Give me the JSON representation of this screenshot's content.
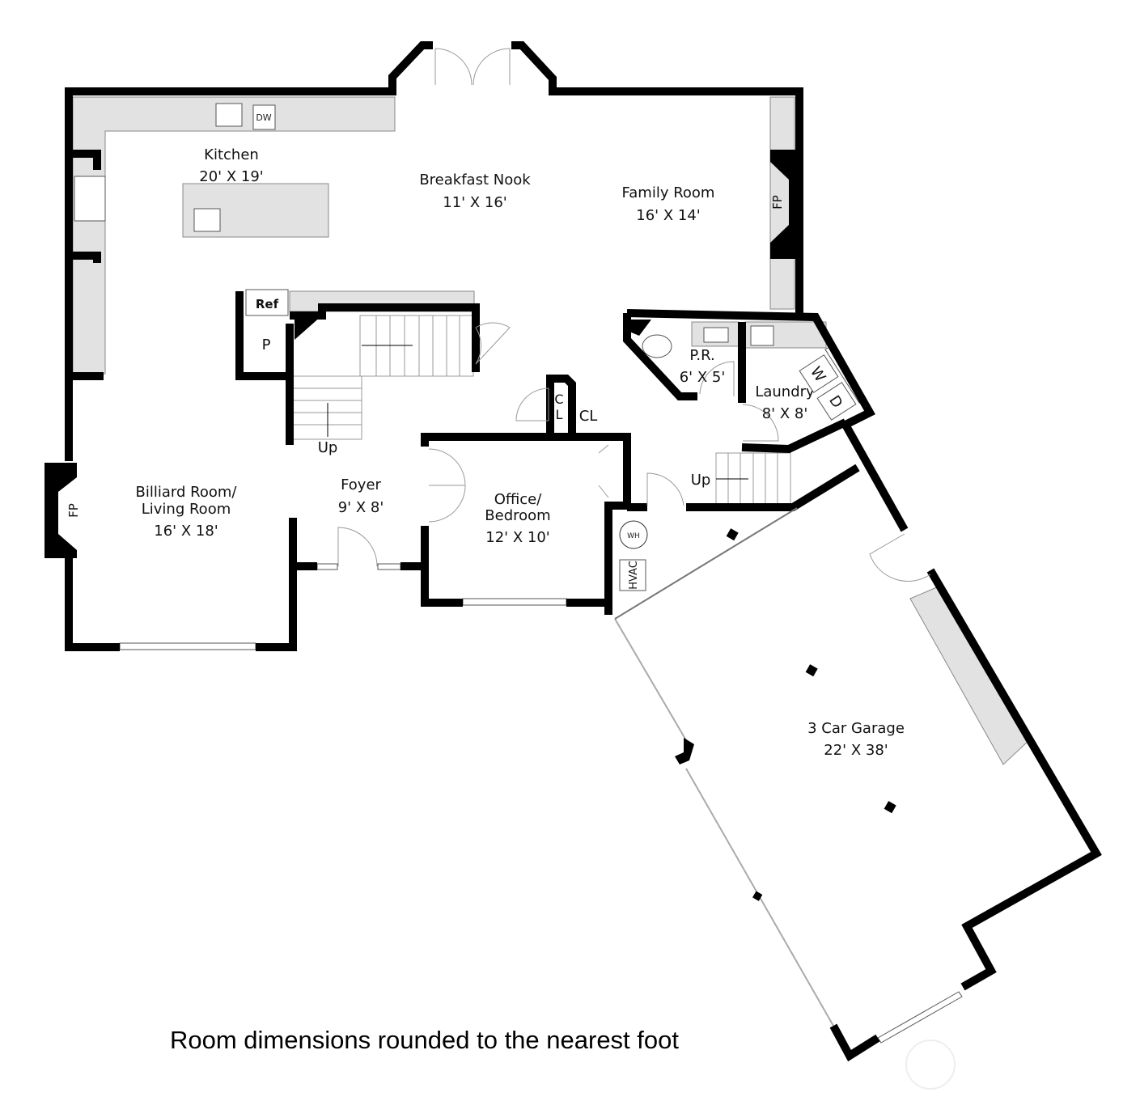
{
  "rooms": [
    {
      "name": "Kitchen",
      "dims": "20' X 19'"
    },
    {
      "name": "Breakfast Nook",
      "dims": "11' X 16'"
    },
    {
      "name": "Family Room",
      "dims": "16' X 14'"
    },
    {
      "name": "P.R.",
      "dims": "6' X 5'"
    },
    {
      "name": "Laundry",
      "dims": "8' X 8'"
    },
    {
      "name": "Billiard Room/",
      "name2": "Living Room",
      "dims": "16' X 18'"
    },
    {
      "name": "Foyer",
      "dims": "9' X 8'"
    },
    {
      "name": "Office/",
      "name2": "Bedroom",
      "dims": "12' X 10'"
    },
    {
      "name": "3 Car Garage",
      "dims": "22' X 38'"
    }
  ],
  "fixtures": {
    "dw": "DW",
    "ref": "Ref",
    "pantry": "P",
    "fp": "FP",
    "cl": "CL",
    "cl_c": "C",
    "cl_l": "L",
    "washer": "W",
    "dryer": "D",
    "wh": "WH",
    "hvac": "HVAC",
    "up": "Up"
  },
  "note": "Room dimensions rounded to the nearest foot"
}
